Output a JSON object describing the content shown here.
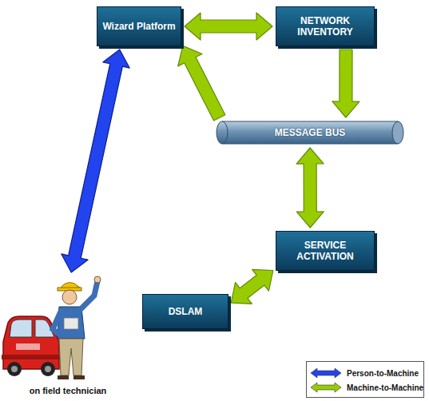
{
  "diagram": {
    "nodes": [
      {
        "text": [
          "Wizard Platform"
        ]
      },
      {
        "text": [
          "NETWORK INVENTORY"
        ]
      },
      {
        "text": [
          "MESSAGE BUS"
        ]
      },
      {
        "text": [
          "SERVICE ACTIVATION"
        ]
      },
      {
        "text": [
          "DSLAM"
        ]
      },
      {
        "text": [
          "on field technician"
        ]
      }
    ],
    "edges": [
      {
        "from": 0,
        "to": 1,
        "arrow": "both"
      },
      {
        "from": 1,
        "to": 2,
        "arrow": "to"
      },
      {
        "from": 2,
        "to": 0,
        "arrow": "to"
      },
      {
        "from": 2,
        "to": 3,
        "arrow": "both"
      },
      {
        "from": 3,
        "to": 4,
        "arrow": "both"
      },
      {
        "from": 0,
        "to": 5,
        "arrow": "both"
      }
    ],
    "legend": [
      {
        "text": "Person-to-Machine",
        "color": "#2244ee"
      },
      {
        "text": "Machine-to-Machine",
        "color": "#99cc00"
      }
    ]
  }
}
